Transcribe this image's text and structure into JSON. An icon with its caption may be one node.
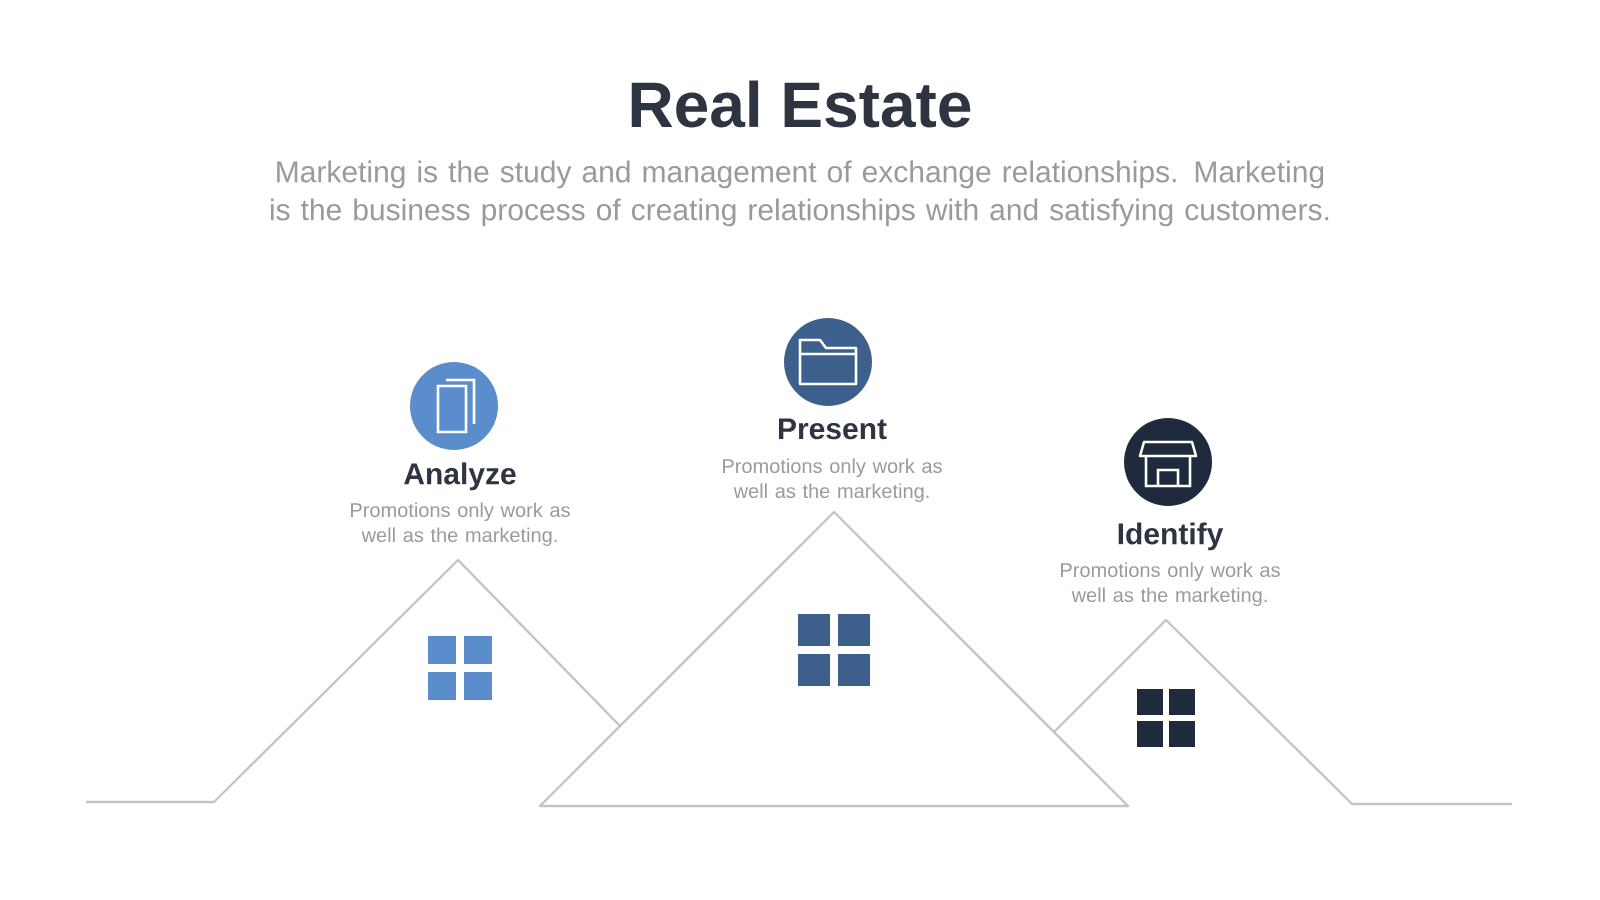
{
  "diagram": {
    "title": "Real Estate",
    "labels": [
      "Marketing is the study and management of exchange relationships. Marketing is the business process of creating relationships with and satisfying customers.",
      "Analyze",
      "Promotions only work as well as the marketing.",
      "Present",
      "Promotions only work as well as the marketing.",
      "Identify",
      "Promotions only work as well as the marketing."
    ]
  }
}
